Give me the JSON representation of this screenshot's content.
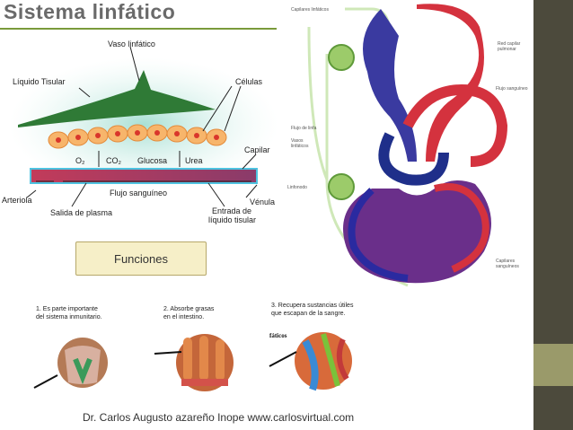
{
  "slide": {
    "title": "Sistema linfático",
    "button_label": "Funciones",
    "footer": "Dr. Carlos Augusto azareño Inope   www.carlosvirtual.com",
    "stray_text": "fáticos",
    "colors": {
      "sidebar": "#4c4a3c",
      "sidebar_tab": "#9a9a6a",
      "title_rule": "#7a9a3a"
    }
  },
  "diagram": {
    "labels": {
      "vaso": "Vaso linfático",
      "liquido": "Líquido Tisular",
      "celulas": "Células",
      "o2": "O₂",
      "co2": "CO₂",
      "glucosa": "Glucosa",
      "urea": "Urea",
      "capilar": "Capilar",
      "arteriola": "Arteriola",
      "flujo": "Flujo sanguíneo",
      "venula": "Vénula",
      "salida": "Salida de plasma",
      "entrada1": "Entrada de",
      "entrada2": "líquido tisular"
    }
  },
  "circulation": {
    "labels": {
      "capilares_linf": "Capilares linfáticos",
      "red_capilar": "Red capilar pulmonar",
      "flujo_sang": "Flujo sanguíneo",
      "flujo_linfa": "Flujo de linfa",
      "vasos_linf": "Vasos linfáticos",
      "linfonodo": "Linfonodo",
      "capilares_sang": "Capilares sanguíneos"
    }
  },
  "functions": [
    {
      "line1": "1. Es parte importante",
      "line2": "del sistema inmunitario."
    },
    {
      "line1": "2. Absorbe grasas",
      "line2": "en el intestino."
    },
    {
      "line1": "3. Recupera sustancias útiles",
      "line2": "que escapan de la sangre."
    }
  ]
}
